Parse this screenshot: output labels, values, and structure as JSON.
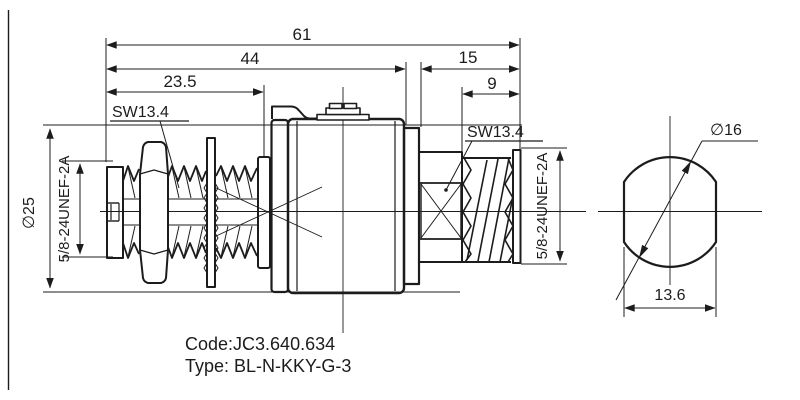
{
  "drawing": {
    "dims": {
      "overall_length": "61",
      "body_length": "44",
      "left_thread_length": "23.5",
      "right_section_length": "15",
      "right_thread_length": "9",
      "left_wrench": "SW13.4",
      "right_wrench": "SW13.4",
      "flange_diameter": "∅25",
      "left_thread_spec": "5/8-24UNEF-2A",
      "right_thread_spec": "5/8-24UNEF-2A",
      "end_diameter": "∅16",
      "across_flats": "13.6"
    },
    "footer": {
      "code": "Code:JC3.640.634",
      "type": "Type: BL-N-KKY-G-3"
    },
    "colors": {
      "line": "#1c1c1c",
      "background": "#ffffff"
    }
  }
}
